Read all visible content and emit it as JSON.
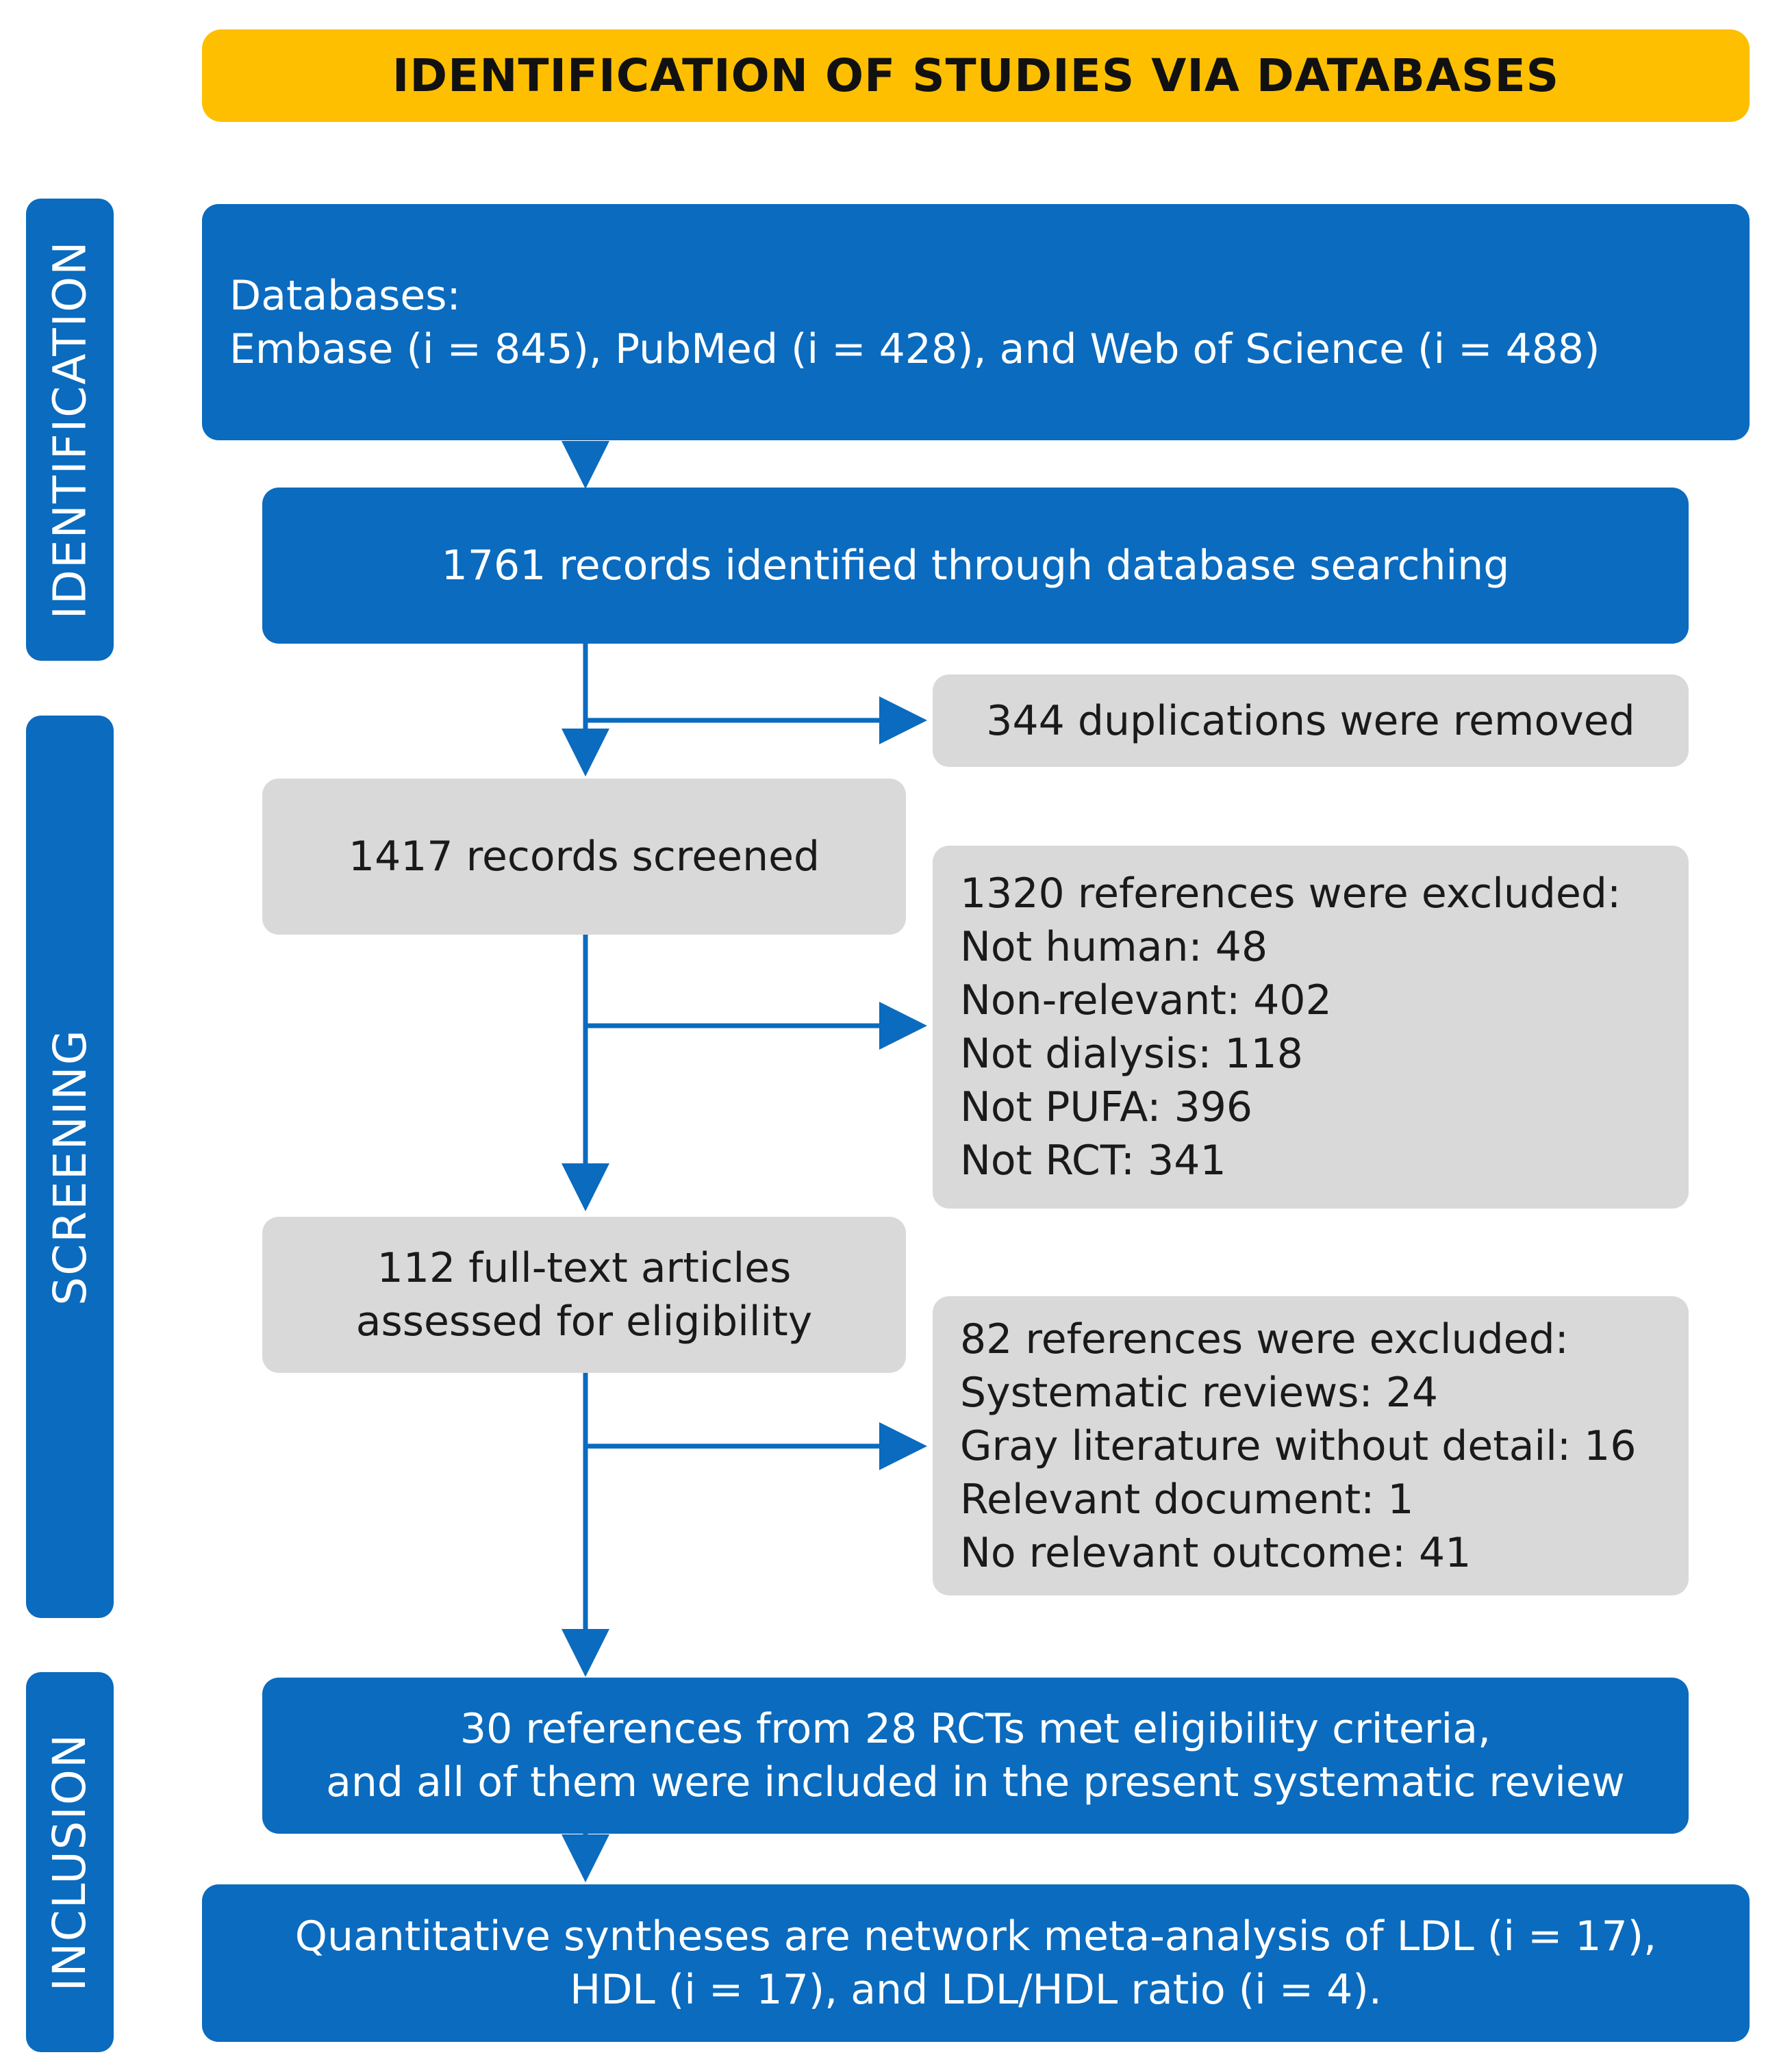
{
  "banner": "IDENTIFICATION OF STUDIES VIA DATABASES",
  "sides": {
    "identification": "IDENTIFICATION",
    "screening": "SCREENING",
    "inclusion": "INCLUSION"
  },
  "boxes": {
    "databases_title": "Databases:",
    "databases_list": "Embase (i = 845), PubMed (i = 428), and Web of Science (i = 488)",
    "identified": "1761 records identified through database searching",
    "duplicates": "344 duplications were removed",
    "screened": "1417 records screened",
    "excluded1": {
      "header": "1320 references were excluded:",
      "items": [
        "Not human: 48",
        "Non-relevant: 402",
        "Not dialysis: 118",
        "Not PUFA: 396",
        "Not RCT: 341"
      ]
    },
    "fulltext": [
      "112 full-text articles",
      "assessed for eligibility"
    ],
    "excluded2": {
      "header": "82 references were excluded:",
      "items": [
        "Systematic reviews: 24",
        "Gray literature without detail: 16",
        "Relevant document: 1",
        "No relevant outcome: 41"
      ]
    },
    "included": [
      "30 references from 28 RCTs met eligibility criteria,",
      "and all of them were included in the present systematic review"
    ],
    "synthesis": [
      "Quantitative syntheses are network meta-analysis of LDL (i = 17),",
      "HDL (i = 17), and LDL/HDL ratio (i = 4)."
    ]
  },
  "colors": {
    "blue": "#0a6bbf",
    "gray": "#d9d9d9",
    "banner": "#fdbf00"
  }
}
